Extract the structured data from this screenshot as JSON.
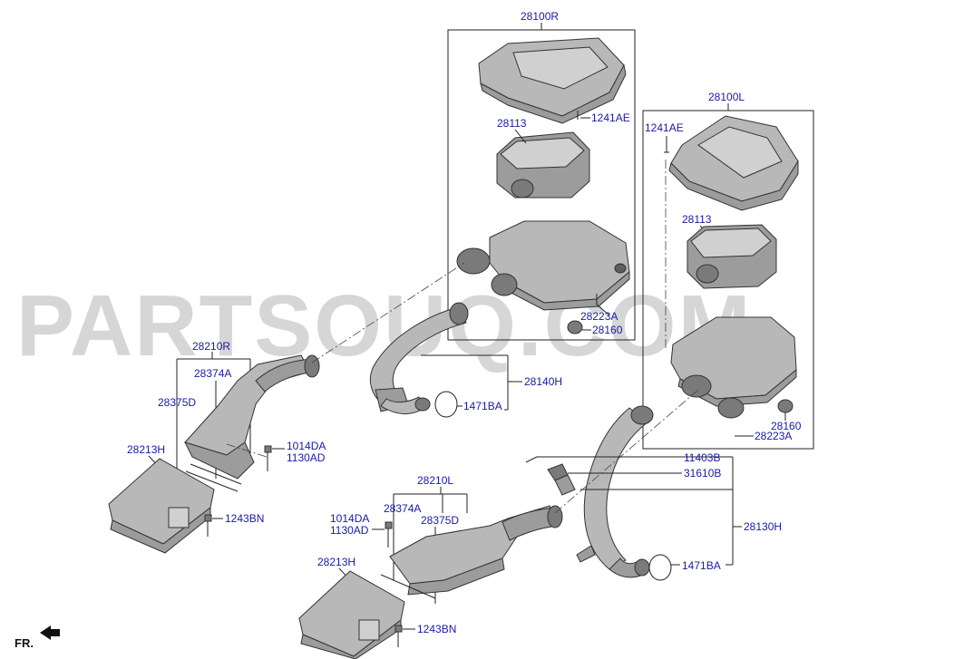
{
  "watermark": "PARTSOUQ.COM",
  "front_label": "FR.",
  "labels": {
    "p28100R": "28100R",
    "p1241AE_r": "1241AE",
    "p28113_r": "28113",
    "p28223A_r": "28223A",
    "p28160_r": "28160",
    "p28100L": "28100L",
    "p1241AE_l": "1241AE",
    "p28113_l": "28113",
    "p28160_l": "28160",
    "p28223A_l": "28223A",
    "p28210R": "28210R",
    "p28374A_r": "28374A",
    "p28375D_r": "28375D",
    "p28213H_r": "28213H",
    "p1014DA_r": "1014DA",
    "p1130AD_r": "1130AD",
    "p1243BN_r": "1243BN",
    "p28140H": "28140H",
    "p1471BA_r": "1471BA",
    "p11403B": "11403B",
    "p31610B": "31610B",
    "p28130H": "28130H",
    "p1471BA_l": "1471BA",
    "p28210L": "28210L",
    "p1014DA_l": "1014DA",
    "p1130AD_l": "1130AD",
    "p28374A_l": "28374A",
    "p28375D_l": "28375D",
    "p28213H_l": "28213H",
    "p1243BN_l": "1243BN"
  }
}
